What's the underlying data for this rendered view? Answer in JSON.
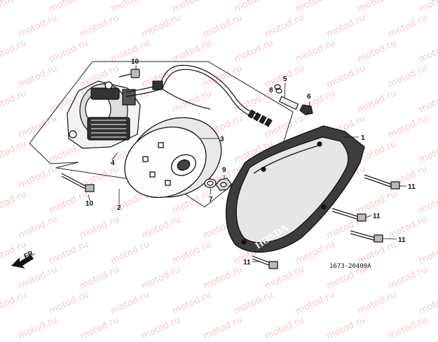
{
  "watermark": {
    "text": "motod.ru"
  },
  "part_numbers": {
    "cover": "1",
    "stator_assy": "2",
    "flywheel": "3",
    "stator": "4",
    "bolt5": "5",
    "grommet": "6",
    "washer": "7",
    "oring": "8",
    "nut": "9",
    "bolt_top": "10",
    "bolt_bottom": "10",
    "cover_bolt_a": "11",
    "cover_bolt_b": "11",
    "cover_bolt_c": "11",
    "cover_bolt_d": "11"
  },
  "cover_brand": "HONDA",
  "front_arrow": "FR.",
  "diagram_code": "1673-20400A",
  "icons": {
    "front_arrow_icon": "arrow-down-left"
  }
}
